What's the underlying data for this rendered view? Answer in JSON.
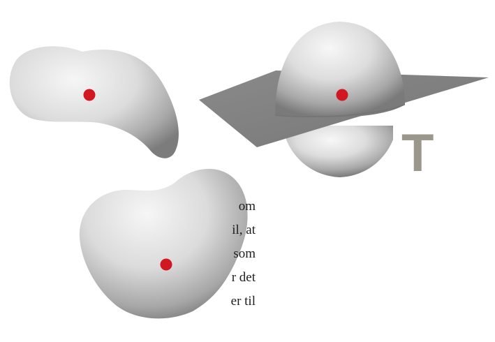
{
  "figure": {
    "t_label": "T",
    "text_fragments": [
      "om",
      "il, at",
      "som",
      "r det",
      "er til"
    ],
    "colors": {
      "background": "#ffffff",
      "marker": "#d1171f",
      "plane": "#7f7f7f",
      "t_label": "#9c978d",
      "text": "#1e1e1e"
    }
  }
}
